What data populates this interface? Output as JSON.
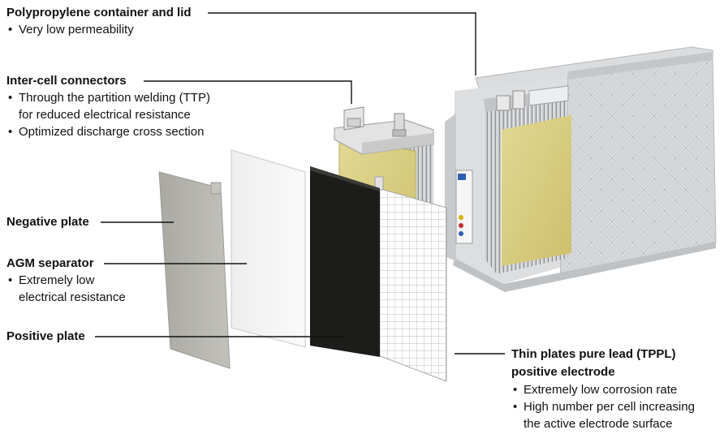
{
  "callouts": {
    "container": {
      "title": "Polypropylene container and lid",
      "bullets": [
        "Very low permeability"
      ]
    },
    "connectors": {
      "title": "Inter-cell connectors",
      "bullets": [
        "Through the partition welding (TTP)\nfor reduced electrical resistance",
        "Optimized discharge cross section"
      ]
    },
    "negative": {
      "title": "Negative plate"
    },
    "agm": {
      "title": "AGM separator",
      "bullets": [
        "Extremely low\nelectrical resistance"
      ]
    },
    "positive": {
      "title": "Positive plate"
    },
    "tppl": {
      "title": "Thin plates pure lead (TPPL)\npositive electrode",
      "bullets": [
        "Extremely low corrosion rate",
        "High number per cell increasing\nthe active electrode surface"
      ]
    }
  },
  "colors": {
    "text": "#111111",
    "leader": "#111111",
    "negative_plate": "#b7b6b0",
    "agm_separator": "#f4f4f4",
    "positive_plate": "#1c1c1a",
    "grid": "#bdbdbd",
    "active_mass": "#d9cf86",
    "case": "#cfd1d3"
  },
  "icons": [
    "battery-case-illustration",
    "cell-stack-illustration",
    "negative-plate-illustration",
    "agm-separator-illustration",
    "positive-plate-illustration",
    "tppl-grid-illustration"
  ]
}
